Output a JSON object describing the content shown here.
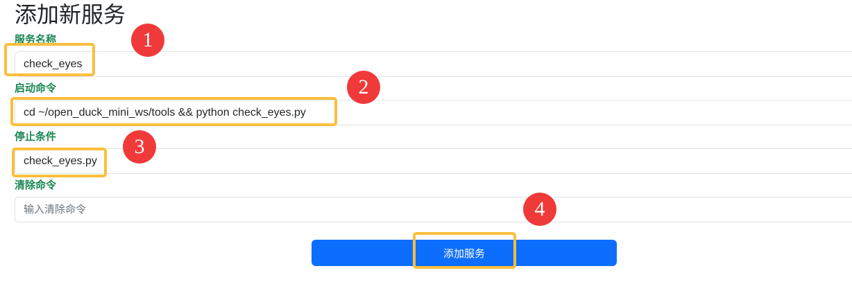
{
  "page": {
    "title": "添加新服务"
  },
  "form": {
    "service_name": {
      "label": "服务名称",
      "value": "check_eyes"
    },
    "start_command": {
      "label": "启动命令",
      "value": "cd ~/open_duck_mini_ws/tools && python check_eyes.py"
    },
    "stop_condition": {
      "label": "停止条件",
      "value": "check_eyes.py"
    },
    "clear_command": {
      "label": "清除命令",
      "value": "",
      "placeholder": "输入清除命令"
    },
    "submit_label": "添加服务"
  },
  "annotations": {
    "steps": [
      "1",
      "2",
      "3",
      "4"
    ],
    "highlight_color": "#fbbf3c",
    "marker_color": "#f03a3a"
  },
  "colors": {
    "label": "#198754",
    "primary": "#0d6efd"
  }
}
